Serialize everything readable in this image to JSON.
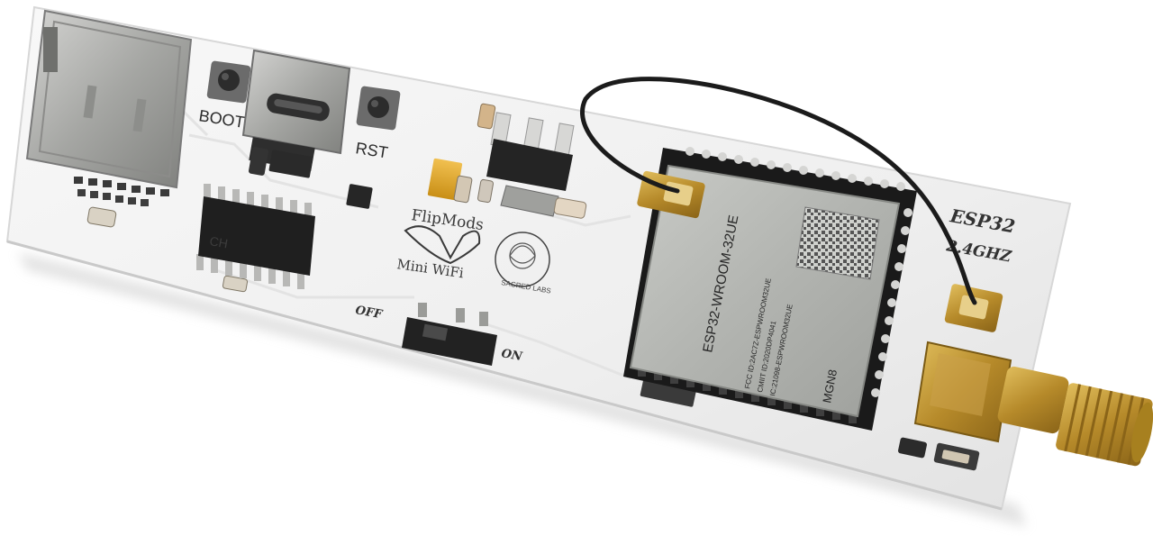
{
  "board": {
    "button_boot_label": "BOOT",
    "button_rst_label": "RST",
    "brand_name": "FlipMods",
    "brand_product": "Mini WiFi",
    "logo_text": "SACRED LABS",
    "switch_off_label": "OFF",
    "switch_on_label": "ON",
    "chip_label": "ESP32",
    "band_label": "2.4GHZ",
    "ic_marking": "CH"
  },
  "module": {
    "model": "ESP32-WROOM-32UE",
    "line_fcc": "FCC ID:2AC7Z-ESPWROOM32UE",
    "line_cmiit": "CMIIT ID:2020DP4041",
    "line_ic": "IC:21098-ESPWROOM32UE",
    "code": "MGN8"
  },
  "colors": {
    "pcb": "#f3f3f3",
    "shield": "#b9bbb8",
    "gold": "#c59a34",
    "cable": "#1b1b1b"
  }
}
